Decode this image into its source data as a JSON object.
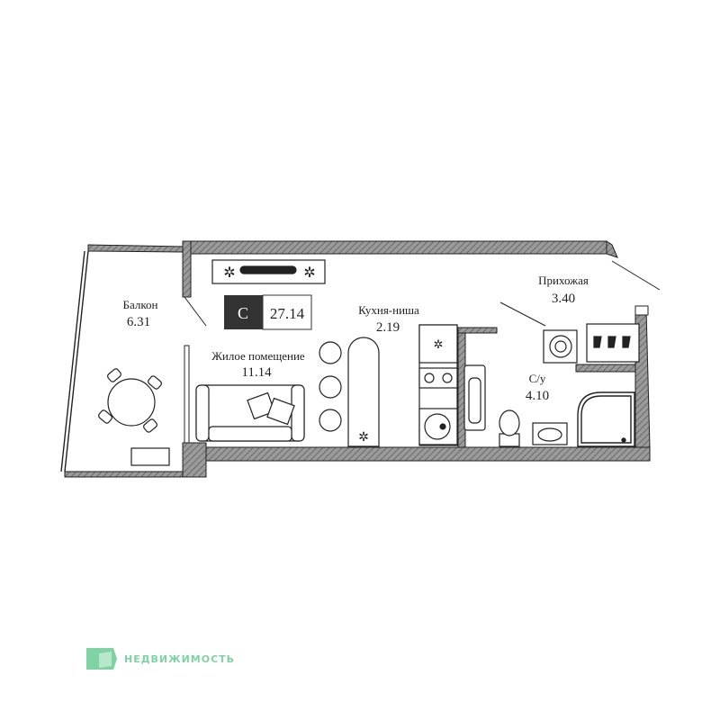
{
  "apartment": {
    "type_letter": "С",
    "total_area": "27.14"
  },
  "rooms": [
    {
      "id": "balcony",
      "label": "Балкон",
      "area": "6.31"
    },
    {
      "id": "living",
      "label": "Жилое помещение",
      "area": "11.14"
    },
    {
      "id": "kitchen",
      "label": "Кухня-ниша",
      "area": "2.19"
    },
    {
      "id": "hallway",
      "label": "Прихожая",
      "area": "3.40"
    },
    {
      "id": "bathroom",
      "label": "С/у",
      "area": "4.10"
    }
  ],
  "logo": {
    "text": "НЕДВИЖИМОСТЬ",
    "color": "#7fd3a3"
  },
  "colors": {
    "wall_fill": "#8a8a8a",
    "line": "#222222",
    "badge": "#333333"
  }
}
